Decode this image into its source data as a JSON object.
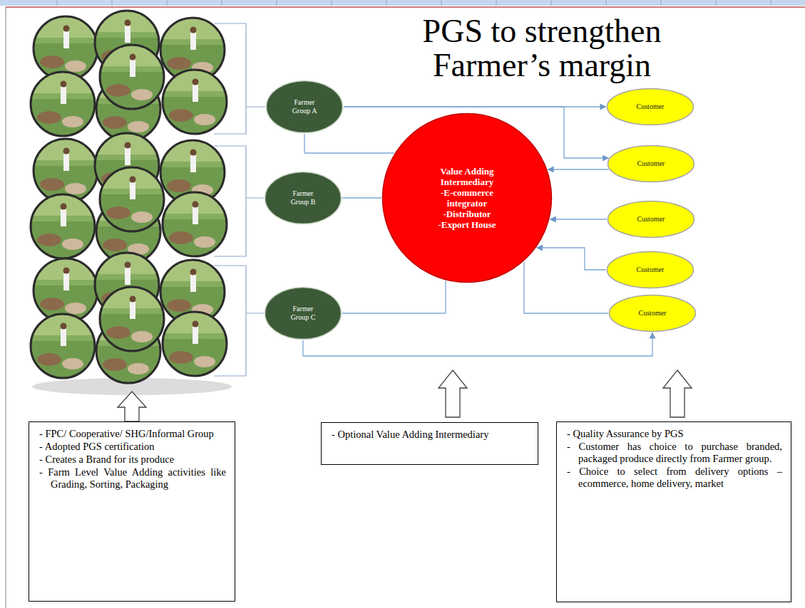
{
  "diagram": {
    "title": "PGS to strengthen Farmer’s margin",
    "nodes": [
      {
        "text": [
          "Farmer Group A"
        ]
      },
      {
        "text": [
          "Farmer Group B"
        ]
      },
      {
        "text": [
          "Farmer Group C"
        ]
      },
      {
        "text": [
          "Value Adding Intermediary",
          "-E-commerce integrator",
          "-Distributor",
          "-Export House"
        ]
      },
      {
        "text": [
          "Customer"
        ]
      },
      {
        "text": [
          "Customer"
        ]
      },
      {
        "text": [
          "Customer"
        ]
      },
      {
        "text": [
          "Customer"
        ]
      },
      {
        "text": [
          "Customer"
        ]
      },
      {
        "text": [
          "- FPC/ Cooperative/ SHG/Informal Group",
          "- Adopted PGS certification",
          "- Creates a Brand for its produce",
          "- Farm Level Value Adding activities like Grading, Sorting, Packaging"
        ]
      },
      {
        "text": [
          "- Optional Value Adding Intermediary"
        ]
      },
      {
        "text": [
          "- Quality Assurance by PGS",
          "- Customer has choice to purchase branded, packaged produce directly from Farmer group.",
          "- Choice to select from delivery options – ecommerce, home delivery, market"
        ]
      }
    ],
    "edges": [
      {
        "from": 0,
        "to": 4,
        "arrow": "to"
      },
      {
        "from": 0,
        "to": 5,
        "arrow": "to"
      },
      {
        "from": 0,
        "to": 3,
        "arrow": "none"
      },
      {
        "from": 1,
        "to": 3,
        "arrow": "none"
      },
      {
        "from": 2,
        "to": 3,
        "arrow": "none"
      },
      {
        "from": 2,
        "to": 8,
        "arrow": "to"
      },
      {
        "from": 5,
        "to": 3,
        "arrow": "to"
      },
      {
        "from": 6,
        "to": 3,
        "arrow": "to"
      },
      {
        "from": 7,
        "to": 3,
        "arrow": "to"
      },
      {
        "from": 3,
        "to": 8,
        "arrow": "none"
      }
    ]
  }
}
